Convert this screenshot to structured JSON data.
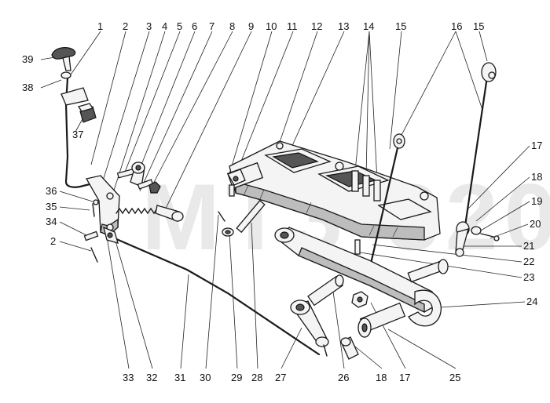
{
  "diagram": {
    "watermark": "MT3-320",
    "labels": [
      {
        "id": "l1",
        "text": "1"
      },
      {
        "id": "l2",
        "text": "2"
      },
      {
        "id": "l3",
        "text": "3"
      },
      {
        "id": "l4",
        "text": "4"
      },
      {
        "id": "l5",
        "text": "5"
      },
      {
        "id": "l6",
        "text": "6"
      },
      {
        "id": "l7",
        "text": "7"
      },
      {
        "id": "l8",
        "text": "8"
      },
      {
        "id": "l9",
        "text": "9"
      },
      {
        "id": "l10",
        "text": "10"
      },
      {
        "id": "l11",
        "text": "11"
      },
      {
        "id": "l12",
        "text": "12"
      },
      {
        "id": "l13",
        "text": "13"
      },
      {
        "id": "l14",
        "text": "14"
      },
      {
        "id": "l15a",
        "text": "15"
      },
      {
        "id": "l16",
        "text": "16"
      },
      {
        "id": "l15b",
        "text": "15"
      },
      {
        "id": "l39",
        "text": "39"
      },
      {
        "id": "l38",
        "text": "38"
      },
      {
        "id": "l37",
        "text": "37"
      },
      {
        "id": "l36",
        "text": "36"
      },
      {
        "id": "l35",
        "text": "35"
      },
      {
        "id": "l34",
        "text": "34"
      },
      {
        "id": "l2b",
        "text": "2"
      },
      {
        "id": "l17a",
        "text": "17"
      },
      {
        "id": "l18a",
        "text": "18"
      },
      {
        "id": "l19",
        "text": "19"
      },
      {
        "id": "l20",
        "text": "20"
      },
      {
        "id": "l21",
        "text": "21"
      },
      {
        "id": "l22",
        "text": "22"
      },
      {
        "id": "l23",
        "text": "23"
      },
      {
        "id": "l24",
        "text": "24"
      },
      {
        "id": "l33",
        "text": "33"
      },
      {
        "id": "l32",
        "text": "32"
      },
      {
        "id": "l31",
        "text": "31"
      },
      {
        "id": "l30",
        "text": "30"
      },
      {
        "id": "l29",
        "text": "29"
      },
      {
        "id": "l28",
        "text": "28"
      },
      {
        "id": "l27",
        "text": "27"
      },
      {
        "id": "l26",
        "text": "26"
      },
      {
        "id": "l18b",
        "text": "18"
      },
      {
        "id": "l17b",
        "text": "17"
      },
      {
        "id": "l25",
        "text": "25"
      }
    ]
  }
}
